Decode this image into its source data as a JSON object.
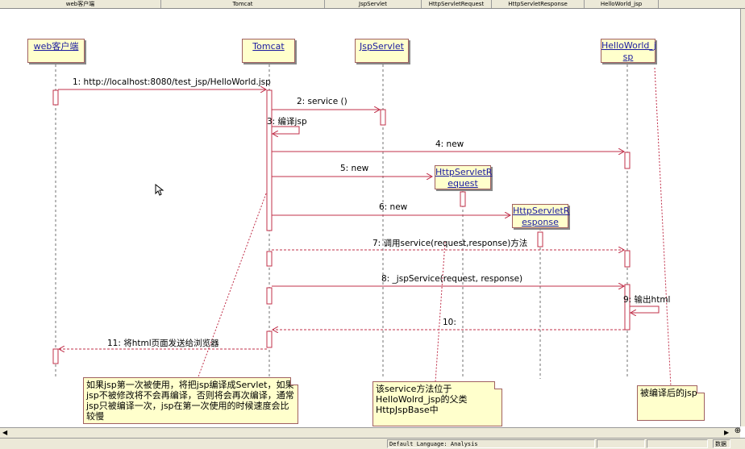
{
  "header": {
    "columns": [
      {
        "label": "web客户端"
      },
      {
        "label": "Tomcat"
      },
      {
        "label": "JspServlet"
      },
      {
        "label": "HttpServletRequest"
      },
      {
        "label": "HttpServletResponse"
      },
      {
        "label": "HelloWorld_jsp"
      }
    ]
  },
  "actors": {
    "web_client": "web客户端",
    "tomcat": "Tomcat",
    "jsp_servlet": "JspServlet",
    "helloworld_line1": "HelloWorld_j",
    "helloworld_line2": "sp",
    "request_line1": "HttpServletR",
    "request_line2": "equest",
    "response_line1": "HttpServletR",
    "response_line2": "esponse"
  },
  "messages": {
    "m1": "1: http://localhost:8080/test_jsp/HelloWorld.jsp",
    "m2": "2: service ()",
    "m3": "3: 编译jsp",
    "m4": "4: new",
    "m5": "5: new",
    "m6": "6: new",
    "m7": "7: 调用service(request,response)方法",
    "m8": "8: _jspService(request, response)",
    "m9": "9: 输出html",
    "m10": "10:",
    "m11": "11: 将html页面发送给浏览器"
  },
  "notes": {
    "note1": "如果jsp第一次被使用，将把jsp编译成Servlet，如果jsp不被修改将不会再编译，否则将会再次编译，通常jsp只被编译一次，jsp在第一次使用的时候速度会比较慢",
    "note2_line1": "该service方法位于",
    "note2_line2": "HelloWolrd_jsp的父类",
    "note2_line3": "HttpJspBase中",
    "note3": "被编译后的jsp"
  },
  "status_bar": {
    "language": "Default Language: Analysis",
    "mode": "数据"
  },
  "colors": {
    "lifeline": "#707070",
    "message": "#c0304a",
    "note_fill": "#ffffcc",
    "note_border": "#a06060",
    "actor_text": "#1a1aa0"
  }
}
